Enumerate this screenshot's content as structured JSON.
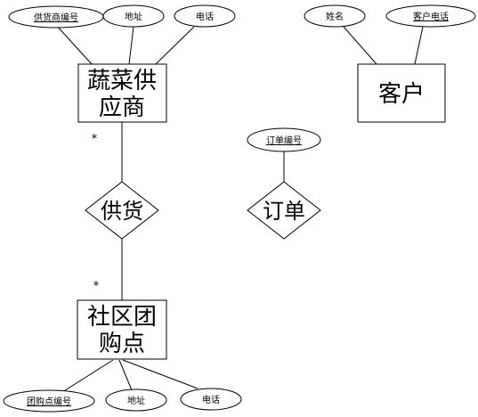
{
  "entities": {
    "supplier": {
      "line1": "蔬菜供",
      "line2": "应商"
    },
    "customer": {
      "label": "客户"
    },
    "community_point": {
      "line1": "社区团",
      "line2": "购点"
    }
  },
  "relationships": {
    "supply": {
      "label": "供货"
    },
    "order": {
      "label": "订单"
    }
  },
  "attributes": {
    "supplier_id": "供货商编号",
    "supplier_address": "地址",
    "supplier_phone": "电话",
    "customer_name": "姓名",
    "customer_phone": "客户电话",
    "order_id": "订单编号",
    "point_id": "团购点编号",
    "point_address": "地址",
    "point_phone": "电话"
  },
  "multiplicity": {
    "supplier_side": "*",
    "point_side": "*"
  }
}
